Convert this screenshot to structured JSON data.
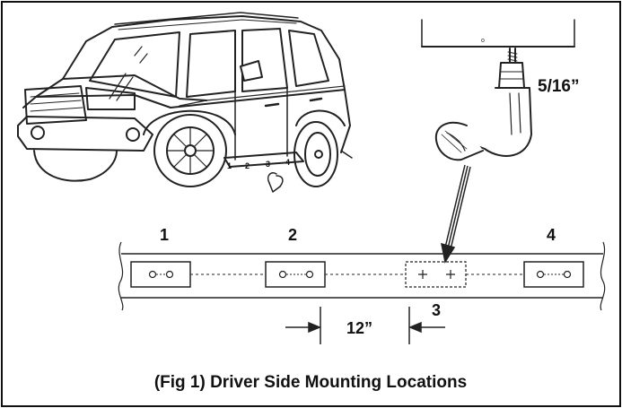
{
  "diagram": {
    "caption": "(Fig 1) Driver Side Mounting Locations",
    "drill_size": "5/16”",
    "spacing": "12”",
    "locations": [
      {
        "label": "1",
        "style": "holes"
      },
      {
        "label": "2",
        "style": "holes"
      },
      {
        "label": "3",
        "style": "marks"
      },
      {
        "label": "4",
        "style": "holes"
      }
    ],
    "vehicle_markers": [
      "1",
      "2",
      "3",
      "4"
    ],
    "colors": {
      "ink": "#111111",
      "background": "#ffffff"
    }
  }
}
